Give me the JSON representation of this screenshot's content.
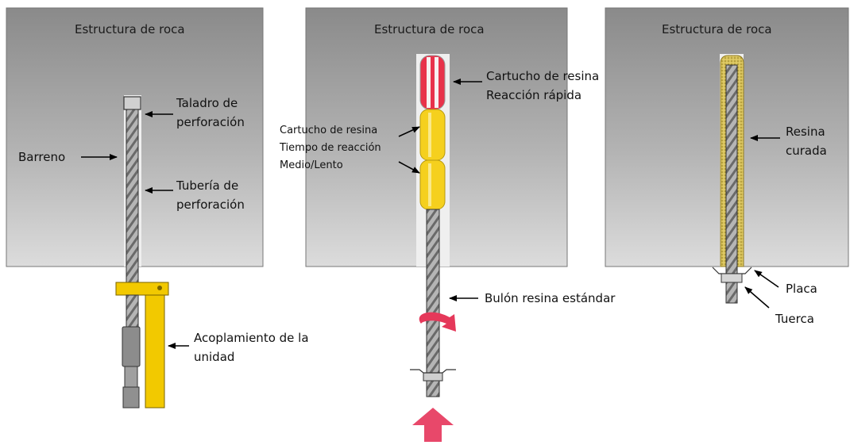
{
  "panels": [
    {
      "title": "Estructura de roca",
      "labels": {
        "drill_bit_line1": "Taladro de",
        "drill_bit_line2": "perforación",
        "borehole": "Barreno",
        "drill_pipe_line1": "Tubería de",
        "drill_pipe_line2": "perforación",
        "coupling_line1": "Acoplamiento de la",
        "coupling_line2": "unidad"
      }
    },
    {
      "title": "Estructura de roca",
      "labels": {
        "fast_cartridge_line1": "Cartucho de resina",
        "fast_cartridge_line2": "Reacción rápida",
        "slow_cartridge_line1": "Cartucho de resina",
        "slow_cartridge_line2": "Tiempo de reacción",
        "slow_cartridge_line3": "Medio/Lento",
        "bolt": "Bulón resina estándar"
      }
    },
    {
      "title": "Estructura de roca",
      "labels": {
        "cured_resin_line1": "Resina",
        "cured_resin_line2": "curada",
        "plate": "Placa",
        "nut": "Tuerca"
      }
    }
  ],
  "colors": {
    "rock_top": "#8c8c8c",
    "rock_bottom": "#d9d9d9",
    "coupling": "#f2c900",
    "fast_resin": "#e8324a",
    "slow_resin": "#f5d01e",
    "push_arrow": "#e8486a",
    "rotation_arrow": "#e5385a",
    "steel": "#9a9a9a"
  }
}
